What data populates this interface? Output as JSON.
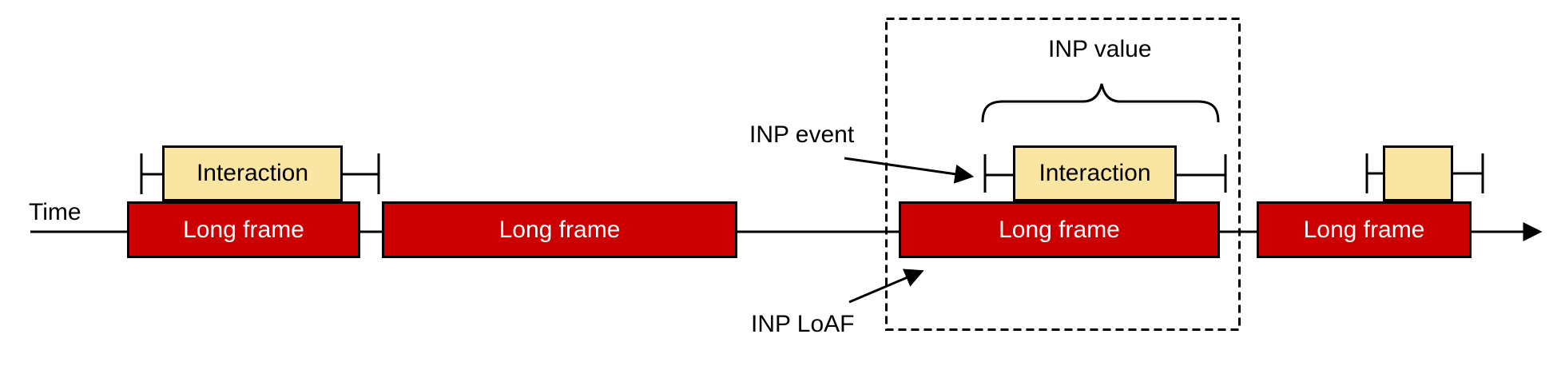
{
  "labels": {
    "time": "Time",
    "inp_event": "INP event",
    "inp_value": "INP value",
    "inp_loaf": "INP LoAF"
  },
  "long_frames": [
    {
      "label": "Long frame"
    },
    {
      "label": "Long frame"
    },
    {
      "label": "Long frame"
    },
    {
      "label": "Long frame"
    }
  ],
  "interactions": [
    {
      "label": "Interaction"
    },
    {
      "label": "Interaction"
    },
    {
      "label": ""
    }
  ],
  "colors": {
    "background": "#ffffff",
    "long_frame_fill": "#cc0000",
    "long_frame_text": "#ffffff",
    "interaction_fill": "#fbe5a3",
    "line": "#000000"
  }
}
